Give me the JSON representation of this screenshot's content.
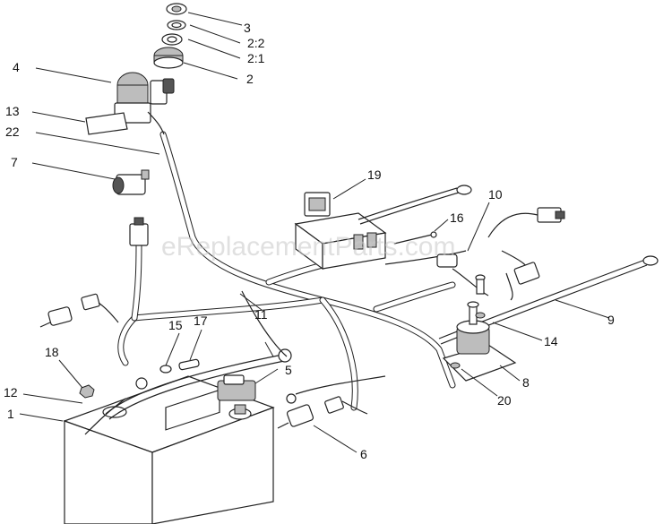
{
  "watermark": "eReplacementParts.com",
  "callouts": [
    {
      "id": "c1",
      "label": "1"
    },
    {
      "id": "c2",
      "label": "2"
    },
    {
      "id": "c2_1",
      "label": "2:1"
    },
    {
      "id": "c2_2",
      "label": "2:2"
    },
    {
      "id": "c3",
      "label": "3"
    },
    {
      "id": "c4",
      "label": "4"
    },
    {
      "id": "c5",
      "label": "5"
    },
    {
      "id": "c6",
      "label": "6"
    },
    {
      "id": "c7",
      "label": "7"
    },
    {
      "id": "c8",
      "label": "8"
    },
    {
      "id": "c9",
      "label": "9"
    },
    {
      "id": "c10",
      "label": "10"
    },
    {
      "id": "c11",
      "label": "11"
    },
    {
      "id": "c12",
      "label": "12"
    },
    {
      "id": "c13",
      "label": "13"
    },
    {
      "id": "c14",
      "label": "14"
    },
    {
      "id": "c15",
      "label": "15"
    },
    {
      "id": "c16",
      "label": "16"
    },
    {
      "id": "c17",
      "label": "17"
    },
    {
      "id": "c18",
      "label": "18"
    },
    {
      "id": "c19",
      "label": "19"
    },
    {
      "id": "c20",
      "label": "20"
    },
    {
      "id": "c22",
      "label": "22"
    }
  ]
}
